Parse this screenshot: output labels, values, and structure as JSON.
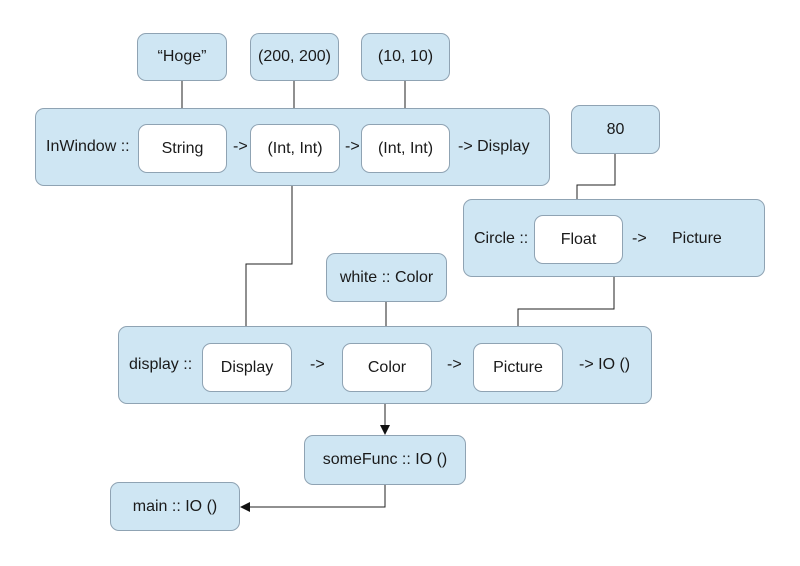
{
  "inputs": {
    "hoge": "“Hoge”",
    "pos": "(200, 200)",
    "size": "(10, 10)",
    "radius": "80",
    "white": "white :: Color"
  },
  "inwindow": {
    "label": "InWindow ::",
    "arg1": "String",
    "arrow1": "->",
    "arg2": "(Int, Int)",
    "arrow2": "->",
    "arg3": "(Int, Int)",
    "result": "-> Display"
  },
  "circle": {
    "label": "Circle ::",
    "arg1": "Float",
    "arrow1": "->",
    "result": "Picture"
  },
  "display": {
    "label": "display ::",
    "arg1": "Display",
    "arrow1": "->",
    "arg2": "Color",
    "arrow2": "->",
    "arg3": "Picture",
    "result": "-> IO ()"
  },
  "somefunc": {
    "label": "someFunc :: IO ()"
  },
  "main": {
    "label": "main :: IO ()"
  }
}
